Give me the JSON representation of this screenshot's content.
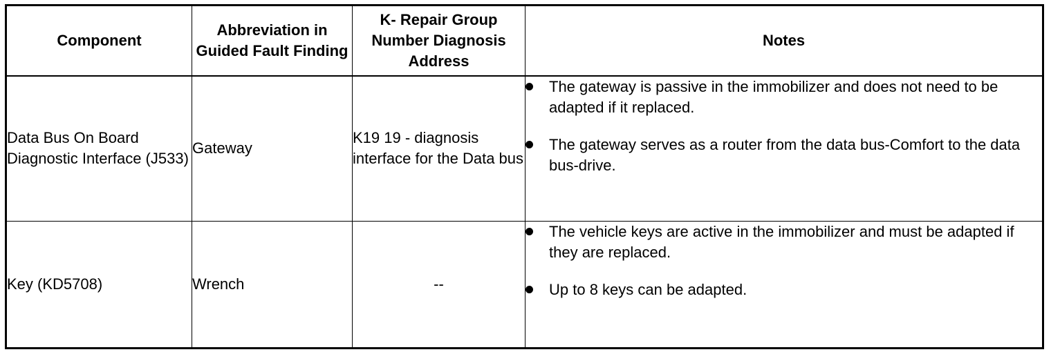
{
  "table": {
    "headers": {
      "component": "Component",
      "abbreviation": "Abbreviation in Guided Fault Finding",
      "repair_group": "K- Repair Group Number Diagnosis Address",
      "notes": "Notes"
    },
    "rows": [
      {
        "component": "Data Bus On Board Diagnostic Interface (J533)",
        "abbreviation": "Gateway",
        "repair_group": "K19 19 - diagnosis interface for the Data bus",
        "notes": [
          "The gateway is passive in the immobilizer and does not need to be adapted if it replaced.",
          "The gateway serves as a router from the data bus-Comfort to the data bus-drive."
        ]
      },
      {
        "component": "Key (KD5708)",
        "abbreviation": "Wrench",
        "repair_group": "--",
        "notes": [
          "The vehicle keys are active in the immobilizer and must be adapted if they are replaced.",
          "Up to 8 keys can be adapted."
        ]
      }
    ]
  }
}
